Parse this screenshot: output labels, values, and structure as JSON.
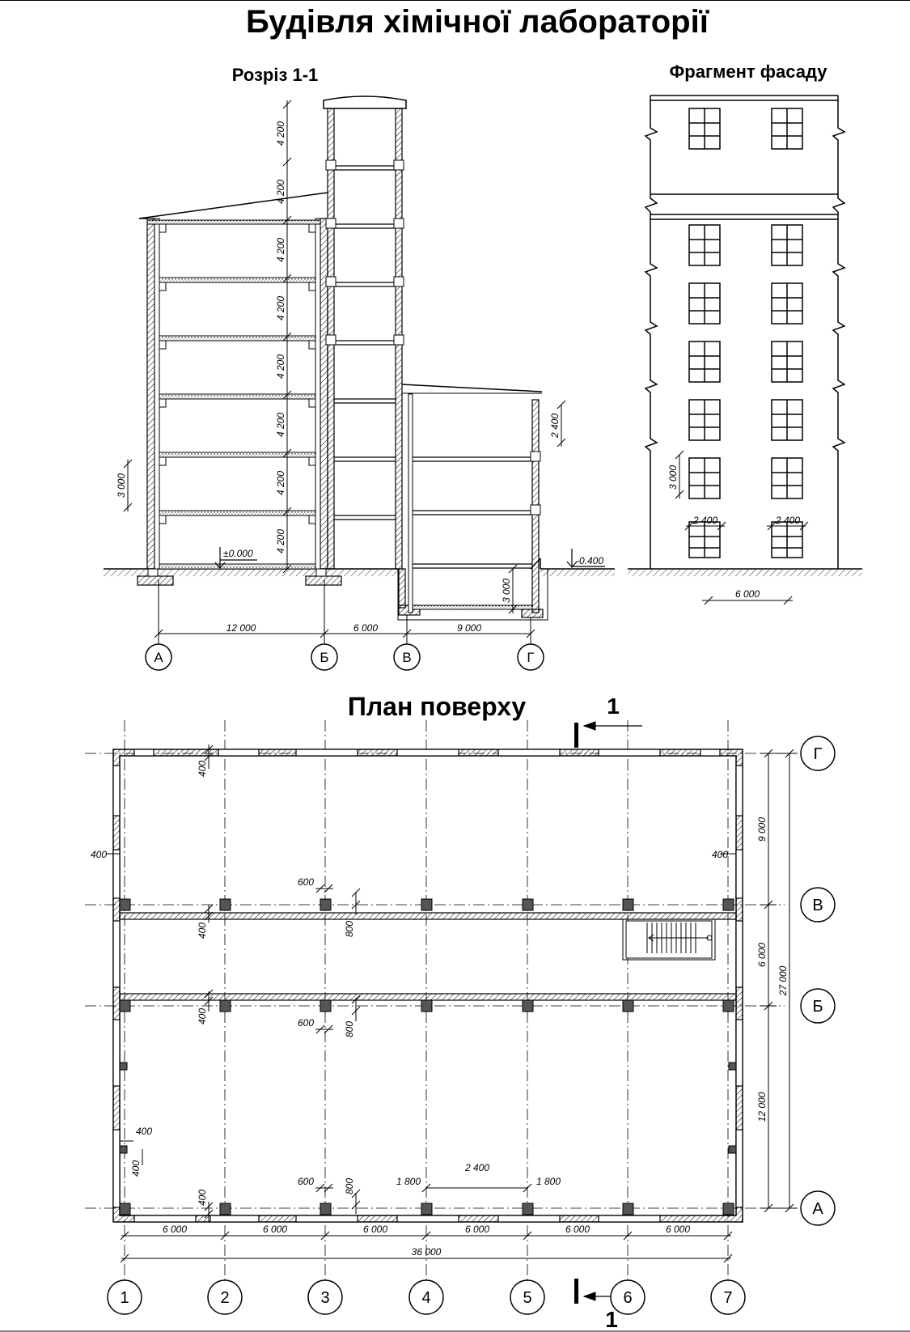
{
  "title": "Будівля хімічної лабораторії",
  "section": {
    "title": "Розріз 1-1",
    "levels": {
      "zero": "±0.000",
      "ground_right": "-0.400"
    },
    "dims": {
      "floor_height": "4 200",
      "left_height": "3 000",
      "right_height": "2 400",
      "basement": "3 000",
      "span_ab": "12 000",
      "span_bv": "6 000",
      "span_vg": "9 000"
    },
    "axes": [
      "А",
      "Б",
      "В",
      "Г"
    ]
  },
  "facade": {
    "title": "Фрагмент фасаду",
    "dims": {
      "floor": "3 000",
      "window": "2 400",
      "bay": "6 000"
    }
  },
  "plan": {
    "title": "План поверху",
    "cut_label": "1",
    "cols": [
      "1",
      "2",
      "3",
      "4",
      "5",
      "6",
      "7"
    ],
    "rows": [
      "Г",
      "В",
      "Б",
      "А"
    ],
    "spans": [
      "6 000",
      "6 000",
      "6 000",
      "6 000",
      "6 000",
      "6 000"
    ],
    "total_width": "36 000",
    "row_spans": [
      "9 000",
      "6 000",
      "12 000"
    ],
    "total_depth": "27 000",
    "dims": {
      "wall": "400",
      "col": "600",
      "beam": "800",
      "pier": "1 800",
      "opening": "2 400"
    }
  }
}
